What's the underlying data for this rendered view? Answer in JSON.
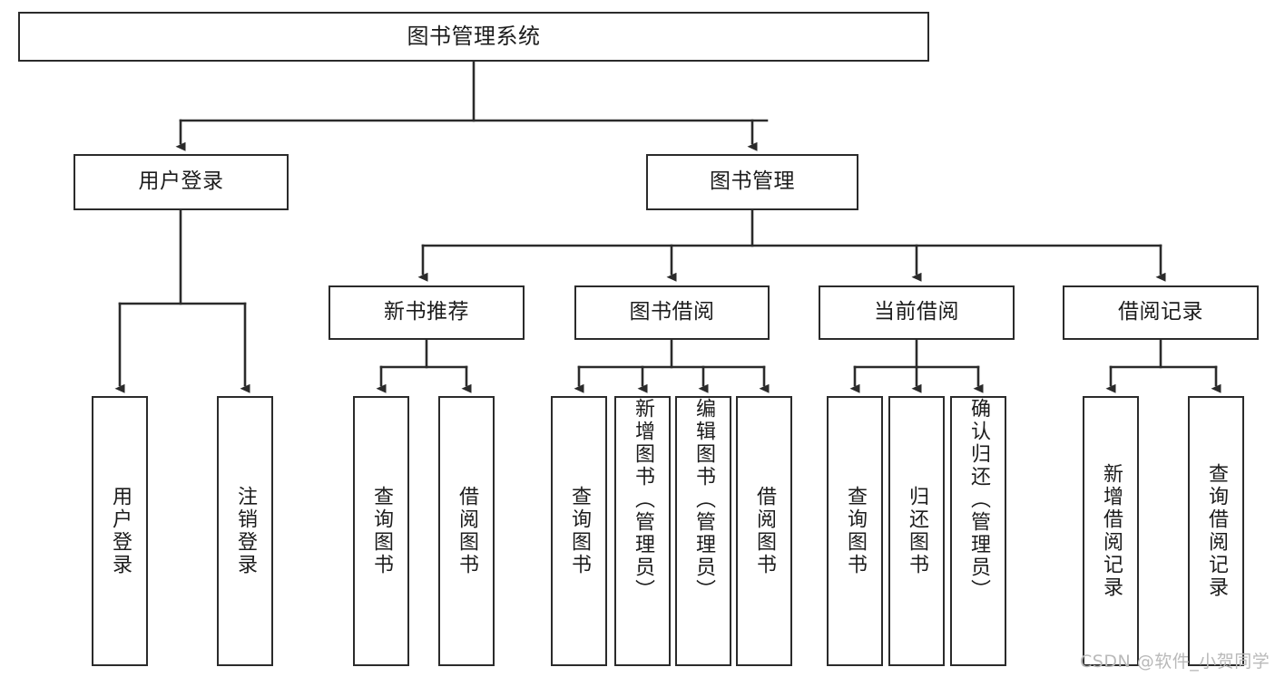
{
  "diagram": {
    "title": "图书管理系统",
    "type": "tree-hierarchy",
    "stroke_color": "#2b2b2b",
    "fill_color": "#ffffff",
    "text_color": "#1c1c1c",
    "root": {
      "id": "root",
      "label": "图书管理系统"
    },
    "level2": [
      {
        "id": "user-login",
        "label": "用户登录"
      },
      {
        "id": "book-manage",
        "label": "图书管理"
      }
    ],
    "level3": [
      {
        "id": "new-book-rec",
        "label": "新书推荐"
      },
      {
        "id": "book-borrow",
        "label": "图书借阅"
      },
      {
        "id": "current-borrow",
        "label": "当前借阅"
      },
      {
        "id": "borrow-record",
        "label": "借阅记录"
      }
    ],
    "leaves": {
      "user-login": [
        {
          "id": "leaf-user-login",
          "label": "用户登录"
        },
        {
          "id": "leaf-user-logout",
          "label": "注销登录"
        }
      ],
      "new-book-rec": [
        {
          "id": "leaf-query-book-1",
          "label": "查询图书"
        },
        {
          "id": "leaf-borrow-book-1",
          "label": "借阅图书"
        }
      ],
      "book-borrow": [
        {
          "id": "leaf-query-book-2",
          "label": "查询图书"
        },
        {
          "id": "leaf-add-book",
          "label": "新增图书（管理员）"
        },
        {
          "id": "leaf-edit-book",
          "label": "编辑图书（管理员）"
        },
        {
          "id": "leaf-borrow-book-2",
          "label": "借阅图书"
        }
      ],
      "current-borrow": [
        {
          "id": "leaf-query-book-3",
          "label": "查询图书"
        },
        {
          "id": "leaf-return-book",
          "label": "归还图书"
        },
        {
          "id": "leaf-confirm-return",
          "label": "确认归还（管理员）"
        }
      ],
      "borrow-record": [
        {
          "id": "leaf-add-record",
          "label": "新增借阅记录"
        },
        {
          "id": "leaf-query-record",
          "label": "查询借阅记录"
        }
      ]
    }
  },
  "watermark": {
    "text": "CSDN @软件_小贺同学"
  }
}
